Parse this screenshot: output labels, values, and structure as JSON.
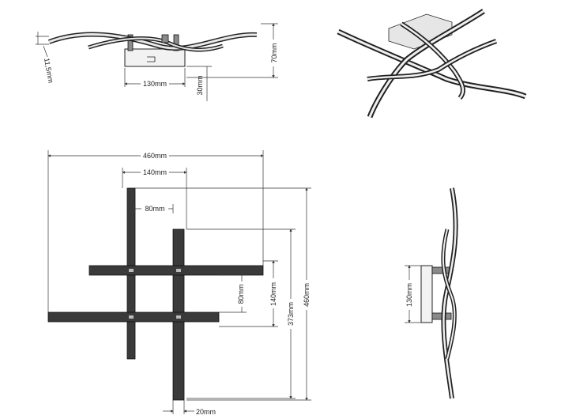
{
  "dimensions": {
    "side_thickness": "11,5mm",
    "side_base_width": "130mm",
    "side_height": "70mm",
    "side_base_height": "30mm",
    "top_total_width": "460mm",
    "top_inner_width": "140mm",
    "top_gap": "80mm",
    "top_vert_gap": "80mm",
    "top_vert_inner": "140mm",
    "top_vert_mid": "373mm",
    "top_total_height": "460mm",
    "bar_width": "20mm",
    "end_base_height": "130mm"
  }
}
